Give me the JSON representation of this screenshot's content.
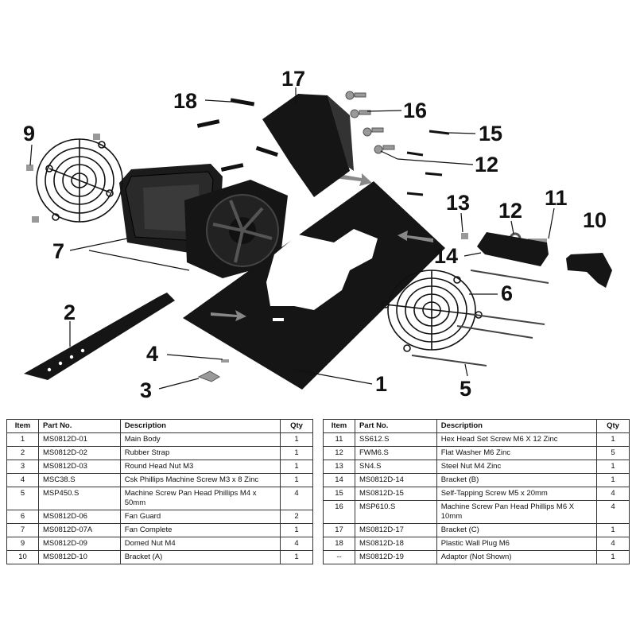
{
  "callouts": [
    {
      "id": "c17",
      "label": "17"
    },
    {
      "id": "c18",
      "label": "18"
    },
    {
      "id": "c16",
      "label": "16"
    },
    {
      "id": "c9",
      "label": "9"
    },
    {
      "id": "c15",
      "label": "15"
    },
    {
      "id": "c12a",
      "label": "12"
    },
    {
      "id": "c13",
      "label": "13"
    },
    {
      "id": "c12b",
      "label": "12"
    },
    {
      "id": "c11",
      "label": "11"
    },
    {
      "id": "c10",
      "label": "10"
    },
    {
      "id": "c7",
      "label": "7"
    },
    {
      "id": "c14",
      "label": "14"
    },
    {
      "id": "c6",
      "label": "6"
    },
    {
      "id": "c2",
      "label": "2"
    },
    {
      "id": "c4",
      "label": "4"
    },
    {
      "id": "c1",
      "label": "1"
    },
    {
      "id": "c3",
      "label": "3"
    },
    {
      "id": "c5",
      "label": "5"
    }
  ],
  "table_headers": {
    "item": "Item",
    "part_no": "Part No.",
    "description": "Description",
    "qty": "Qty"
  },
  "left_rows": [
    {
      "item": "1",
      "part_no": "MS0812D-01",
      "description": "Main Body",
      "qty": "1"
    },
    {
      "item": "2",
      "part_no": "MS0812D-02",
      "description": "Rubber Strap",
      "qty": "1"
    },
    {
      "item": "3",
      "part_no": "MS0812D-03",
      "description": "Round Head Nut M3",
      "qty": "1"
    },
    {
      "item": "4",
      "part_no": "MSC38.S",
      "description": "Csk Phillips Machine Screw M3 x 8 Zinc",
      "qty": "1"
    },
    {
      "item": "5",
      "part_no": "MSP450.S",
      "description": "Machine Screw Pan Head Phillips M4 x 50mm",
      "qty": "4"
    },
    {
      "item": "6",
      "part_no": "MS0812D-06",
      "description": "Fan Guard",
      "qty": "2"
    },
    {
      "item": "7",
      "part_no": "MS0812D-07A",
      "description": "Fan Complete",
      "qty": "1"
    },
    {
      "item": "9",
      "part_no": "MS0812D-09",
      "description": "Domed Nut M4",
      "qty": "4"
    },
    {
      "item": "10",
      "part_no": "MS0812D-10",
      "description": "Bracket (A)",
      "qty": "1"
    }
  ],
  "right_rows": [
    {
      "item": "11",
      "part_no": "SS612.S",
      "description": "Hex Head Set Screw M6 X 12 Zinc",
      "qty": "1"
    },
    {
      "item": "12",
      "part_no": "FWM6.S",
      "description": "Flat Washer M6 Zinc",
      "qty": "5"
    },
    {
      "item": "13",
      "part_no": "SN4.S",
      "description": "Steel Nut M4 Zinc",
      "qty": "1"
    },
    {
      "item": "14",
      "part_no": "MS0812D-14",
      "description": "Bracket (B)",
      "qty": "1"
    },
    {
      "item": "15",
      "part_no": "MS0812D-15",
      "description": "Self-Tapping Screw M5 x 20mm",
      "qty": "4"
    },
    {
      "item": "16",
      "part_no": "MSP610.S",
      "description": "Machine Screw Pan Head Phillips M6 X 10mm",
      "qty": "4"
    },
    {
      "item": "17",
      "part_no": "MS0812D-17",
      "description": "Bracket (C)",
      "qty": "1"
    },
    {
      "item": "18",
      "part_no": "MS0812D-18",
      "description": "Plastic Wall Plug M6",
      "qty": "4"
    },
    {
      "item": "--",
      "part_no": "MS0812D-19",
      "description": "Adaptor (Not Shown)",
      "qty": "1"
    }
  ]
}
